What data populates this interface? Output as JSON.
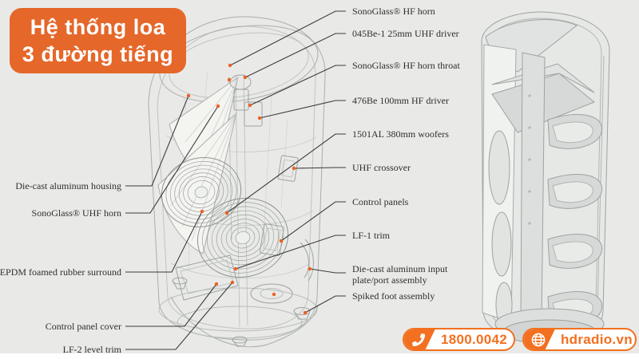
{
  "title_badge": {
    "line1": "Hệ thống loa",
    "line2": "3 đường tiếng"
  },
  "labels_right": [
    "SonoGlass® HF horn",
    "045Be-1 25mm UHF driver",
    "SonoGlass® HF horn throat",
    "476Be 100mm HF driver",
    "1501AL 380mm woofers",
    "UHF crossover",
    "Control panels",
    "LF-1 trim",
    "Die-cast aluminum input plate/port assembly",
    "Spiked foot assembly"
  ],
  "labels_left": [
    "Die-cast aluminum housing",
    "SonoGlass® UHF horn",
    "EPDM foamed rubber surround",
    "Control panel cover",
    "LF-2 level trim"
  ],
  "contact": {
    "phone": "1800.0042",
    "website": "hdradio.vn"
  },
  "icons": {
    "phone": "phone-icon",
    "globe": "globe-icon"
  },
  "colors": {
    "title_orange": "#e5672a",
    "contact_orange": "#f2701f",
    "lead_line": "#3b3b3b",
    "lead_dot": "#ee5f1f",
    "background": "#e9eae8",
    "wireframe_gray": "#a9aeab",
    "label_text": "#2e2e2e"
  }
}
